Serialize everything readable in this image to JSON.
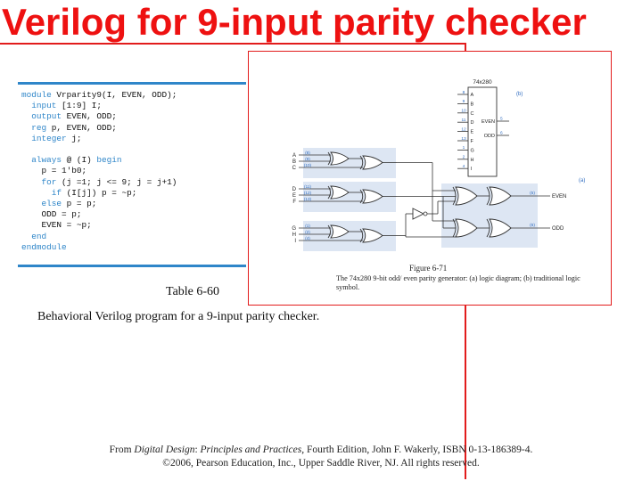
{
  "slide": {
    "title": "Verilog for 9-input parity checker"
  },
  "code": {
    "lines": [
      [
        {
          "t": "module",
          "k": 1
        },
        {
          "t": " Vrparity9(I, EVEN, ODD);"
        }
      ],
      [
        {
          "t": "  "
        },
        {
          "t": "input",
          "k": 1
        },
        {
          "t": " [1:9] I;"
        }
      ],
      [
        {
          "t": "  "
        },
        {
          "t": "output",
          "k": 1
        },
        {
          "t": " EVEN, ODD;"
        }
      ],
      [
        {
          "t": "  "
        },
        {
          "t": "reg",
          "k": 1
        },
        {
          "t": " p, EVEN, ODD;"
        }
      ],
      [
        {
          "t": "  "
        },
        {
          "t": "integer",
          "k": 1
        },
        {
          "t": " j;"
        }
      ],
      [
        {
          "t": ""
        }
      ],
      [
        {
          "t": "  "
        },
        {
          "t": "always",
          "k": 1
        },
        {
          "t": " @ (I) "
        },
        {
          "t": "begin",
          "k": 1
        }
      ],
      [
        {
          "t": "    p = 1'b0;"
        }
      ],
      [
        {
          "t": "    "
        },
        {
          "t": "for",
          "k": 1
        },
        {
          "t": " (j =1; j <= 9; j = j+1)"
        }
      ],
      [
        {
          "t": "      "
        },
        {
          "t": "if",
          "k": 1
        },
        {
          "t": " (I[j]) p = ~p;"
        }
      ],
      [
        {
          "t": "    "
        },
        {
          "t": "else",
          "k": 1
        },
        {
          "t": " p = p;"
        }
      ],
      [
        {
          "t": "    ODD = p;"
        }
      ],
      [
        {
          "t": "    EVEN = ~p;"
        }
      ],
      [
        {
          "t": "  "
        },
        {
          "t": "end",
          "k": 1
        }
      ],
      [
        {
          "t": "endmodule",
          "k": 1
        }
      ]
    ]
  },
  "table": {
    "caption": "Table 6-60",
    "description": "Behavioral Verilog program for a 9-input parity checker."
  },
  "figure": {
    "chip_name": "74x280",
    "label_b": "(b)",
    "label_a": "(a)",
    "chip_pins": [
      {
        "num": "8",
        "name": "A"
      },
      {
        "num": "9",
        "name": "B"
      },
      {
        "num": "10",
        "name": "C"
      },
      {
        "num": "11",
        "name": "D"
      },
      {
        "num": "12",
        "name": "E"
      },
      {
        "num": "13",
        "name": "F"
      },
      {
        "num": "1",
        "name": "G"
      },
      {
        "num": "2",
        "name": "H"
      },
      {
        "num": "4",
        "name": "I"
      }
    ],
    "chip_outputs": [
      {
        "name": "EVEN",
        "num": "5"
      },
      {
        "name": "ODD",
        "num": "6"
      }
    ],
    "input_groups": [
      [
        {
          "name": "A",
          "pin": "(8)"
        },
        {
          "name": "B",
          "pin": "(9)"
        },
        {
          "name": "C",
          "pin": "(10)"
        }
      ],
      [
        {
          "name": "D",
          "pin": "(11)"
        },
        {
          "name": "E",
          "pin": "(12)"
        },
        {
          "name": "F",
          "pin": "(13)"
        }
      ],
      [
        {
          "name": "G",
          "pin": "(1)"
        },
        {
          "name": "H",
          "pin": "(2)"
        },
        {
          "name": "I",
          "pin": "(4)"
        }
      ]
    ],
    "outputs": [
      {
        "pin": "(5)",
        "name": "EVEN"
      },
      {
        "pin": "(6)",
        "name": "ODD"
      }
    ],
    "caption_title": "Figure 6-71",
    "caption_body": "The 74x280 9-bit odd/ even parity generator: (a) logic diagram; (b) traditional logic symbol."
  },
  "credit": {
    "prefix": "From ",
    "book": "Digital Design",
    "sep": ": ",
    "subtitle": "Principles and Practices",
    "suffix": ", Fourth Edition, John F. Wakerly, ISBN 0-13-186389-4.",
    "line2": "©2006, Pearson Education, Inc., Upper Saddle River, NJ. All rights reserved."
  }
}
